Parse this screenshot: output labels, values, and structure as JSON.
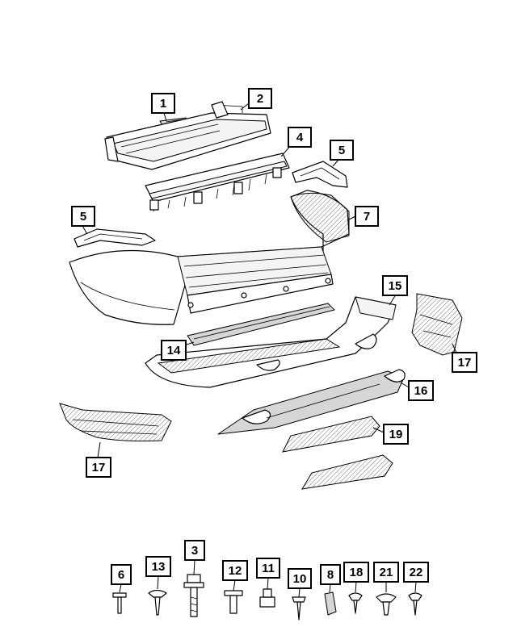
{
  "callouts": [
    {
      "id": "c1",
      "label": "1"
    },
    {
      "id": "c2",
      "label": "2"
    },
    {
      "id": "c4",
      "label": "4"
    },
    {
      "id": "c5a",
      "label": "5"
    },
    {
      "id": "c5b",
      "label": "5"
    },
    {
      "id": "c7",
      "label": "7"
    },
    {
      "id": "c14",
      "label": "14"
    },
    {
      "id": "c15",
      "label": "15"
    },
    {
      "id": "c16",
      "label": "16"
    },
    {
      "id": "c17a",
      "label": "17"
    },
    {
      "id": "c17b",
      "label": "17"
    },
    {
      "id": "c19",
      "label": "19"
    }
  ],
  "fasteners": [
    {
      "id": "f6",
      "label": "6"
    },
    {
      "id": "f13",
      "label": "13"
    },
    {
      "id": "f3",
      "label": "3"
    },
    {
      "id": "f12",
      "label": "12"
    },
    {
      "id": "f11",
      "label": "11"
    },
    {
      "id": "f10",
      "label": "10"
    },
    {
      "id": "f8",
      "label": "8"
    },
    {
      "id": "f18",
      "label": "18"
    },
    {
      "id": "f21",
      "label": "21"
    },
    {
      "id": "f22",
      "label": "22"
    }
  ]
}
